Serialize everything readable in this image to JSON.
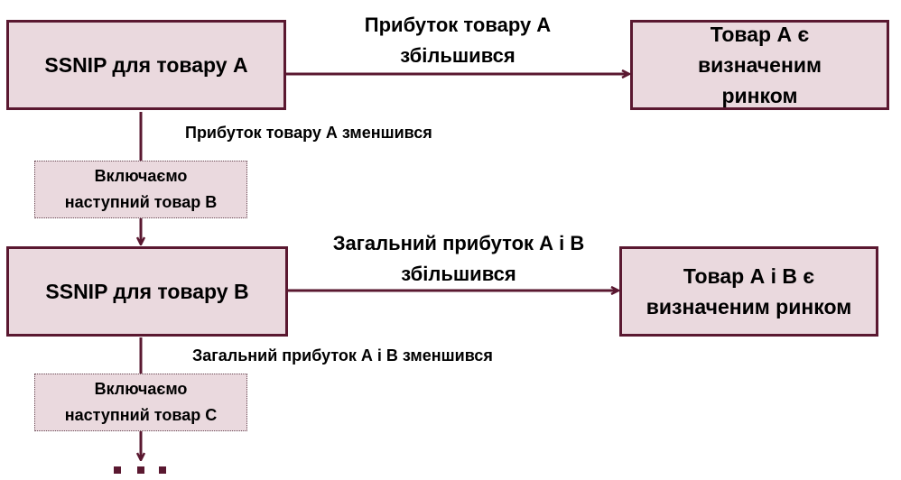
{
  "boxes": {
    "ssnip_a": "SSNIP для товару  А",
    "include_b": "Включаємо наступний товар В",
    "ssnip_b": "SSNIP для товару  В",
    "include_c": "Включаємо наступний товар С",
    "market_a": "Товар А є визначеним ринком",
    "market_ab": "Товар А і В є визначеним ринком"
  },
  "labels": {
    "profit_a_up": "Прибуток товару А збільшився",
    "profit_a_down": "Прибуток  товару А зменшився",
    "profit_ab_up": "Загальний прибуток  А і В збільшився",
    "profit_ab_down": "Загальний  прибуток  А і В зменшився",
    "continuation": "..."
  },
  "colors": {
    "line": "#5a1830",
    "fill": "#ead9de"
  }
}
